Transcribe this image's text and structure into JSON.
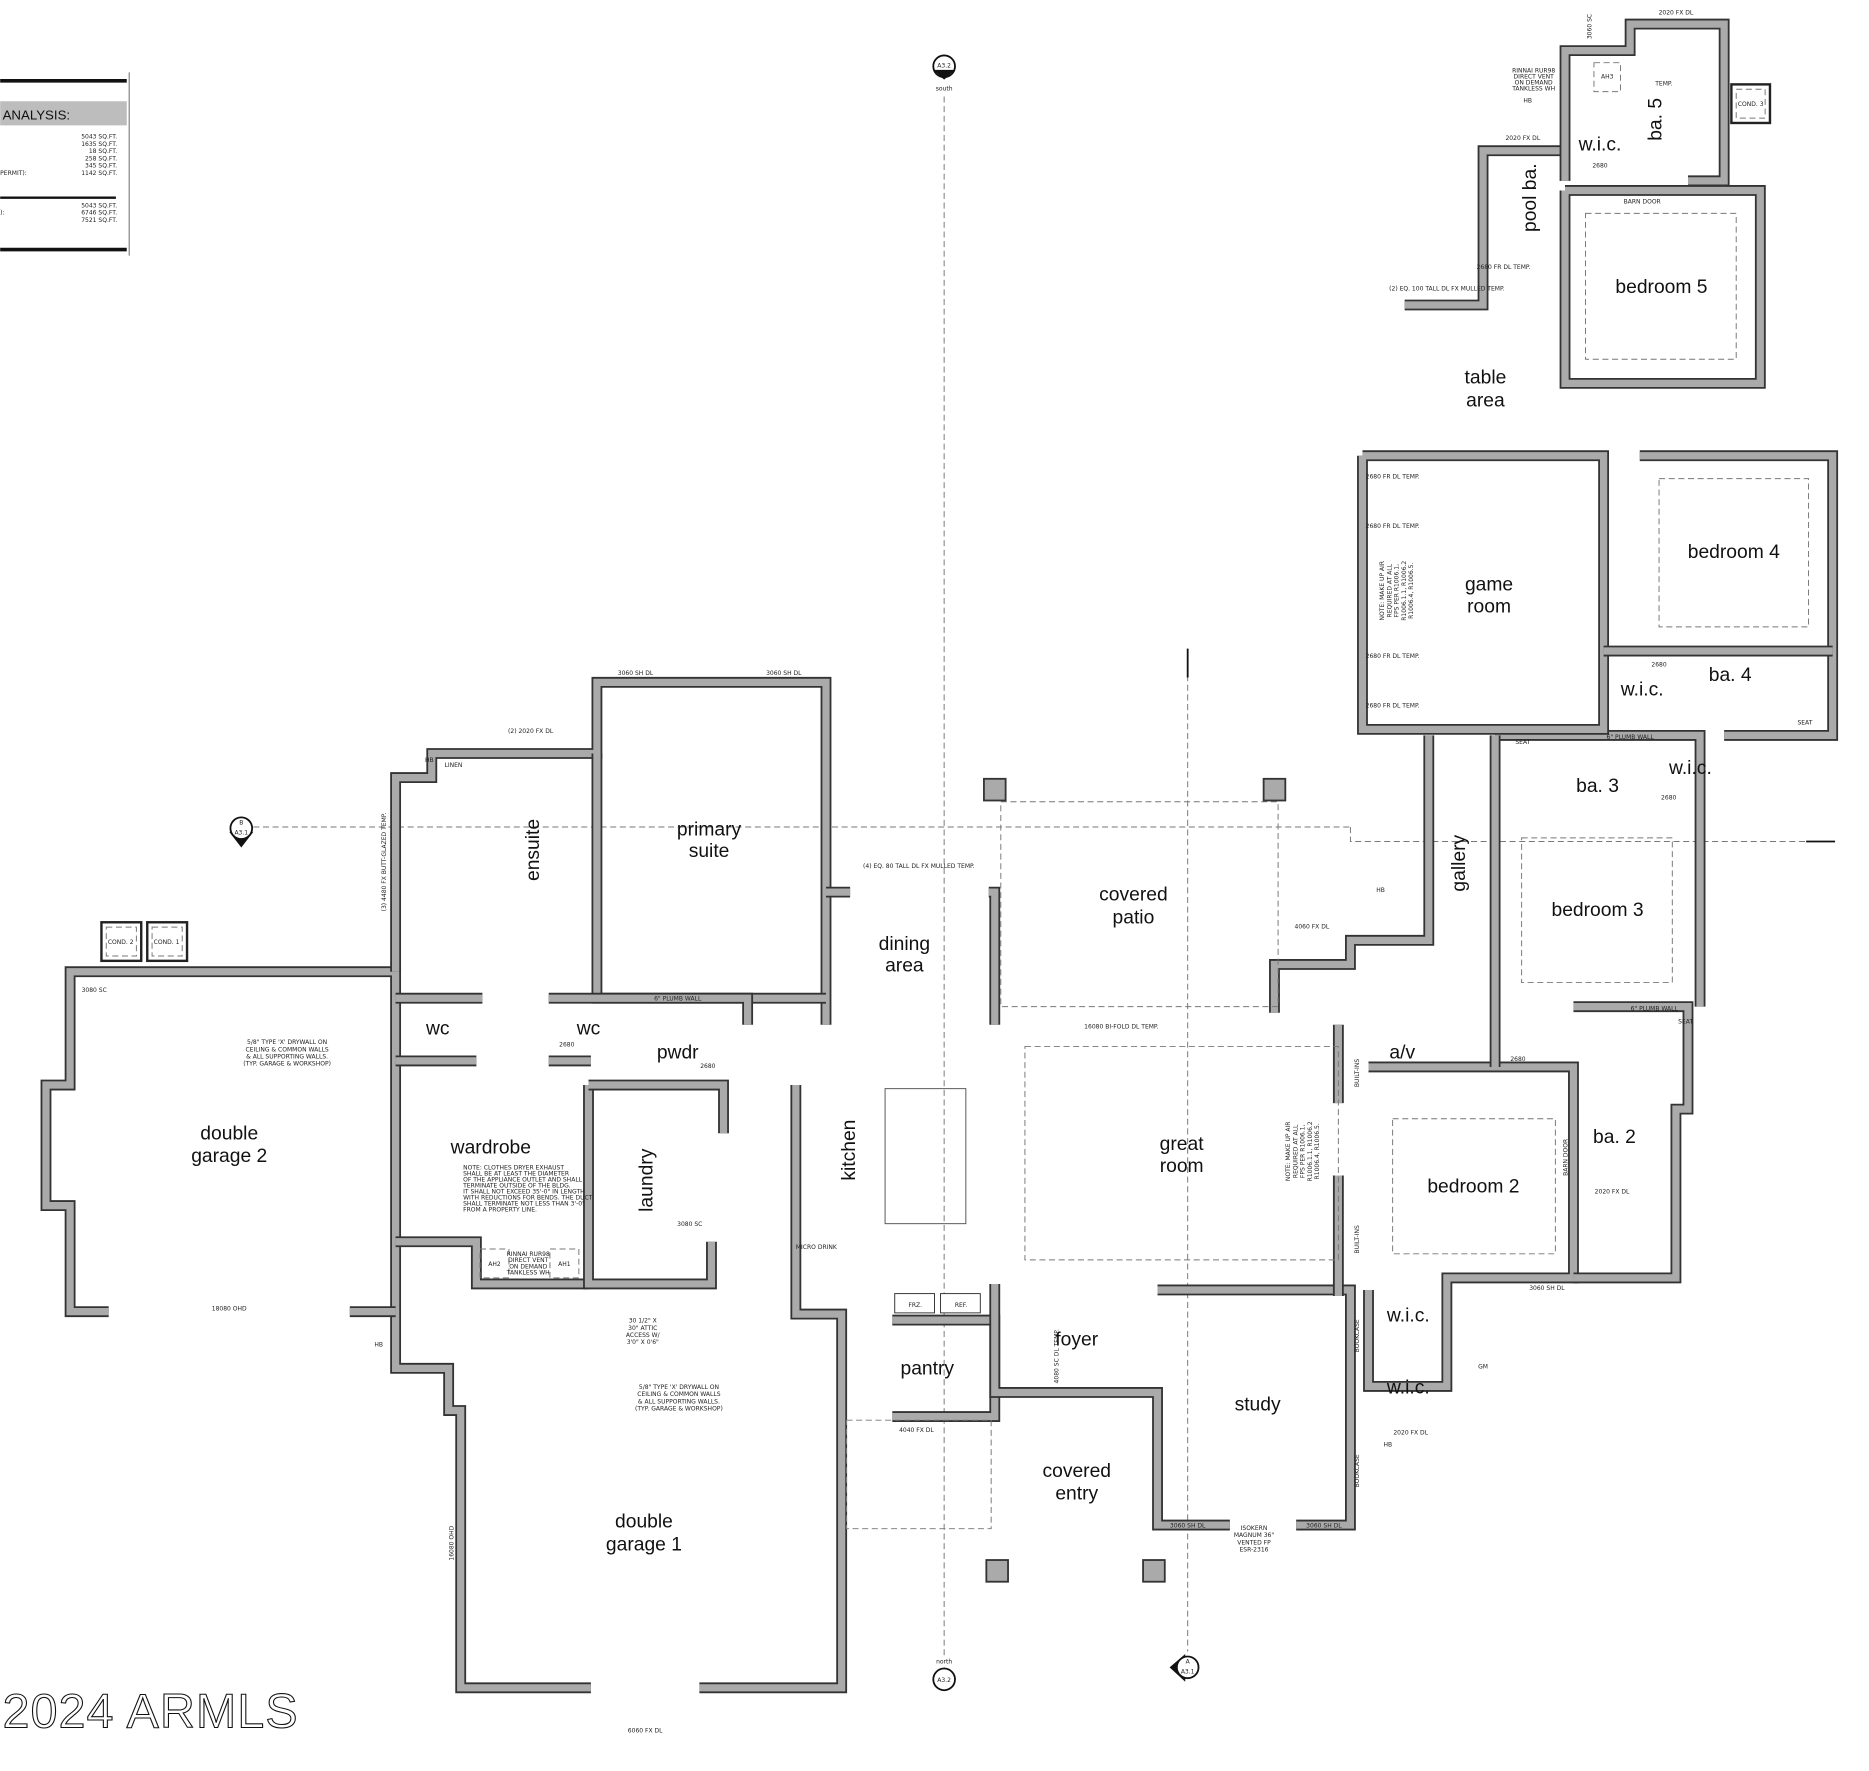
{
  "analysis": {
    "title": "ANALYSIS:",
    "group1": [
      "5043 SQ.FT.",
      "1635 SQ.FT.",
      "18 SQ.FT.",
      "258 SQ.FT.",
      "345 SQ.FT.",
      "1142 SQ.FT."
    ],
    "group1_label_fragment": "PERMIT):",
    "group2": [
      "5043 SQ.FT.",
      "6746 SQ.FT.",
      "7521 SQ.FT."
    ],
    "group2_label_fragment": "):"
  },
  "rooms": {
    "bedroom5": "bedroom 5",
    "table_area": [
      "table",
      "area"
    ],
    "game_room": [
      "game",
      "room"
    ],
    "bedroom4": "bedroom 4",
    "wic_b4": "w.i.c.",
    "ba4": "ba. 4",
    "ba5": "ba. 5",
    "wic_b5": "w.i.c.",
    "pool_ba": "pool ba.",
    "wic_b3": "w.i.c.",
    "ba3": "ba. 3",
    "gallery": "gallery",
    "bedroom3": "bedroom 3",
    "covered_patio": [
      "covered",
      "patio"
    ],
    "dining_area": [
      "dining",
      "area"
    ],
    "primary_suite": [
      "primary",
      "suite"
    ],
    "ensuite": "ensuite",
    "wc1": "wc",
    "wc2": "wc",
    "pwdr": "pwdr",
    "wardrobe": "wardrobe",
    "double_garage2": [
      "double",
      "garage 2"
    ],
    "laundry": "laundry",
    "kitchen": "kitchen",
    "great_room": [
      "great",
      "room"
    ],
    "bedroom2": "bedroom 2",
    "ba2": "ba. 2",
    "av": "a/v",
    "wic_b2a": "w.i.c.",
    "wic_b2b": "w.i.c.",
    "foyer": "foyer",
    "pantry": "pantry",
    "study": "study",
    "covered_entry": [
      "covered",
      "entry"
    ],
    "double_garage1": [
      "double",
      "garage 1"
    ]
  },
  "labels": {
    "frz": "FRZ.",
    "ref": "REF.",
    "cond1": "COND. 1",
    "cond2": "COND. 2",
    "cond3": "COND. 3",
    "ah1": "AH1",
    "ah2": "AH2",
    "ah3": "AH3"
  },
  "markers": {
    "south": {
      "id": "A3.2",
      "label": "south"
    },
    "north": {
      "id": "A3.2",
      "label": "north"
    },
    "section_b": {
      "letter": "B",
      "sheet": "A3.1"
    },
    "section_a": {
      "letter": "A",
      "sheet": "A3.1"
    }
  },
  "annotations": {
    "garage_drywall": [
      "5/8\" TYPE 'X' DRYWALL ON",
      "CEILING & COMMON WALLS",
      "& ALL SUPPORTING WALLS.",
      "(TYP. GARAGE & WORKSHOP)"
    ],
    "attic_access": [
      "30 1/2\" X",
      "30\" ATTIC",
      "ACCESS W/",
      "3'0\" X 0'6\""
    ],
    "dryer_note": [
      "NOTE: CLOTHES DRYER EXHAUST",
      "SHALL BE AT LEAST THE DIAMETER",
      "OF THE APPLIANCE OUTLET AND SHALL",
      "TERMINATE OUTSIDE OF THE BLDG.",
      "IT SHALL NOT EXCEED 35'-0\" IN LENGTH",
      "WITH REDUCTIONS FOR BENDS. THE DUCT",
      "SHALL TERMINATE NOT LESS THAN 3'-0\"",
      "FROM A PROPERTY LINE."
    ],
    "makeup_air": [
      "NOTE: MAKE UP AIR",
      "REQUIRED AT ALL",
      "FPS PER R1006.1,",
      "R1006.1.1, R1006.2",
      "R1006.4, R1006.5."
    ],
    "rinnai": [
      "RINNAI RUR98",
      "DIRECT VENT",
      "ON DEMAND",
      "TANKLESS WH"
    ],
    "w3060sh": "3060 SH DL",
    "w2020fx": "2020 FX DL",
    "d18080": "18080 OHD",
    "d16080": "16080 OHD",
    "d6060": "6060 FX DL",
    "bifold": "16080 BI-FOLD DL TEMP.",
    "d4060": "4060 FX DL",
    "d4040": "4040 FX DL",
    "d3080sc": "3080 SC",
    "d2680": "2680",
    "d2680fr": "2680 FR DL TEMP.",
    "d3060sc": "3060 SC",
    "d4080sc": "4080 SC DL TEMP.",
    "mulled_top": "(2) EQ. 100 TALL DL FX MULLED TEMP.",
    "mulled_dining": "(4) EQ. 80 TALL DL FX MULLED TEMP.",
    "ensuite_window": "(2) 2020 FX DL",
    "butt_glazed": "(3) 4480 FX BUTT-GLAZED TEMP.",
    "linen": "LINEN",
    "barn_door": "BARN DOOR",
    "hb": "HB",
    "seat": "SEAT",
    "temp": "TEMP.",
    "plumb_wall": "6\" PLUMB WALL",
    "micro_drink": "MICRO DRINK",
    "bookcase": "BOOKCASE",
    "built_ins": "BUILT-INS",
    "gm": "GM",
    "fireplace": [
      "ISOKERN",
      "MAGNUM 36\"",
      "VENTED FP",
      "ESR-2316"
    ]
  },
  "watermark": "2024 ARMLS"
}
